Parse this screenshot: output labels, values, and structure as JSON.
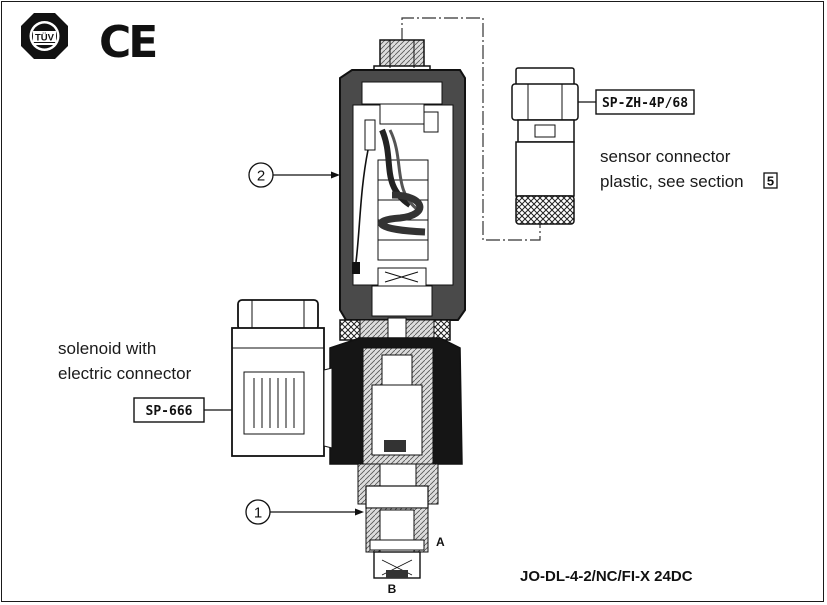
{
  "certifications": {
    "tuv_logo_text": "TÜV",
    "ce_mark": "CE"
  },
  "callouts": {
    "sensor_connector_code": "SP-ZH-4P/68",
    "sensor_line1": "sensor connector",
    "sensor_line2": "plastic, see section",
    "sensor_section_ref": "5",
    "solenoid_line1": "solenoid with",
    "solenoid_line2": "electric connector",
    "solenoid_code": "SP-666",
    "marker_1": "1",
    "marker_2": "2"
  },
  "ports": {
    "a": "A",
    "b": "B"
  },
  "model_code": "JO-DL-4-2/NC/FI-X 24DC"
}
